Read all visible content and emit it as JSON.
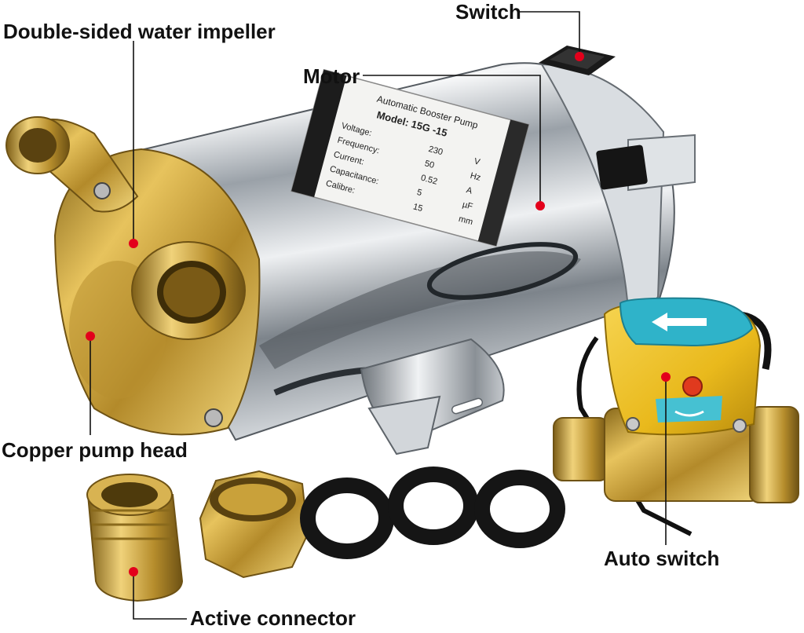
{
  "labels": {
    "switch": "Switch",
    "impeller": "Double-sided water impeller",
    "motor": "Motor",
    "pump_head": "Copper pump head",
    "auto_switch": "Auto switch",
    "connector": "Active connector"
  },
  "nameplate": {
    "title": "Automatic Booster Pump",
    "model": "Model: 15G -15",
    "rows": [
      {
        "name": "Voltage:",
        "value": "230",
        "unit": "V"
      },
      {
        "name": "Frequency:",
        "value": "50",
        "unit": "Hz"
      },
      {
        "name": "Current:",
        "value": "0.52",
        "unit": "A"
      },
      {
        "name": "Capacitance:",
        "value": "5",
        "unit": "µF"
      },
      {
        "name": "Calibre:",
        "value": "15",
        "unit": "mm"
      }
    ]
  },
  "colors": {
    "marker": "#e3001b",
    "leader": "#111111",
    "brass": "#c9a13a",
    "steel": "#c8cdd2",
    "flow_switch_body": "#f0c419",
    "flow_switch_panel": "#2fb3c9",
    "gasket": "#151515"
  },
  "icons": {
    "flow_direction": "arrow-left-icon"
  }
}
